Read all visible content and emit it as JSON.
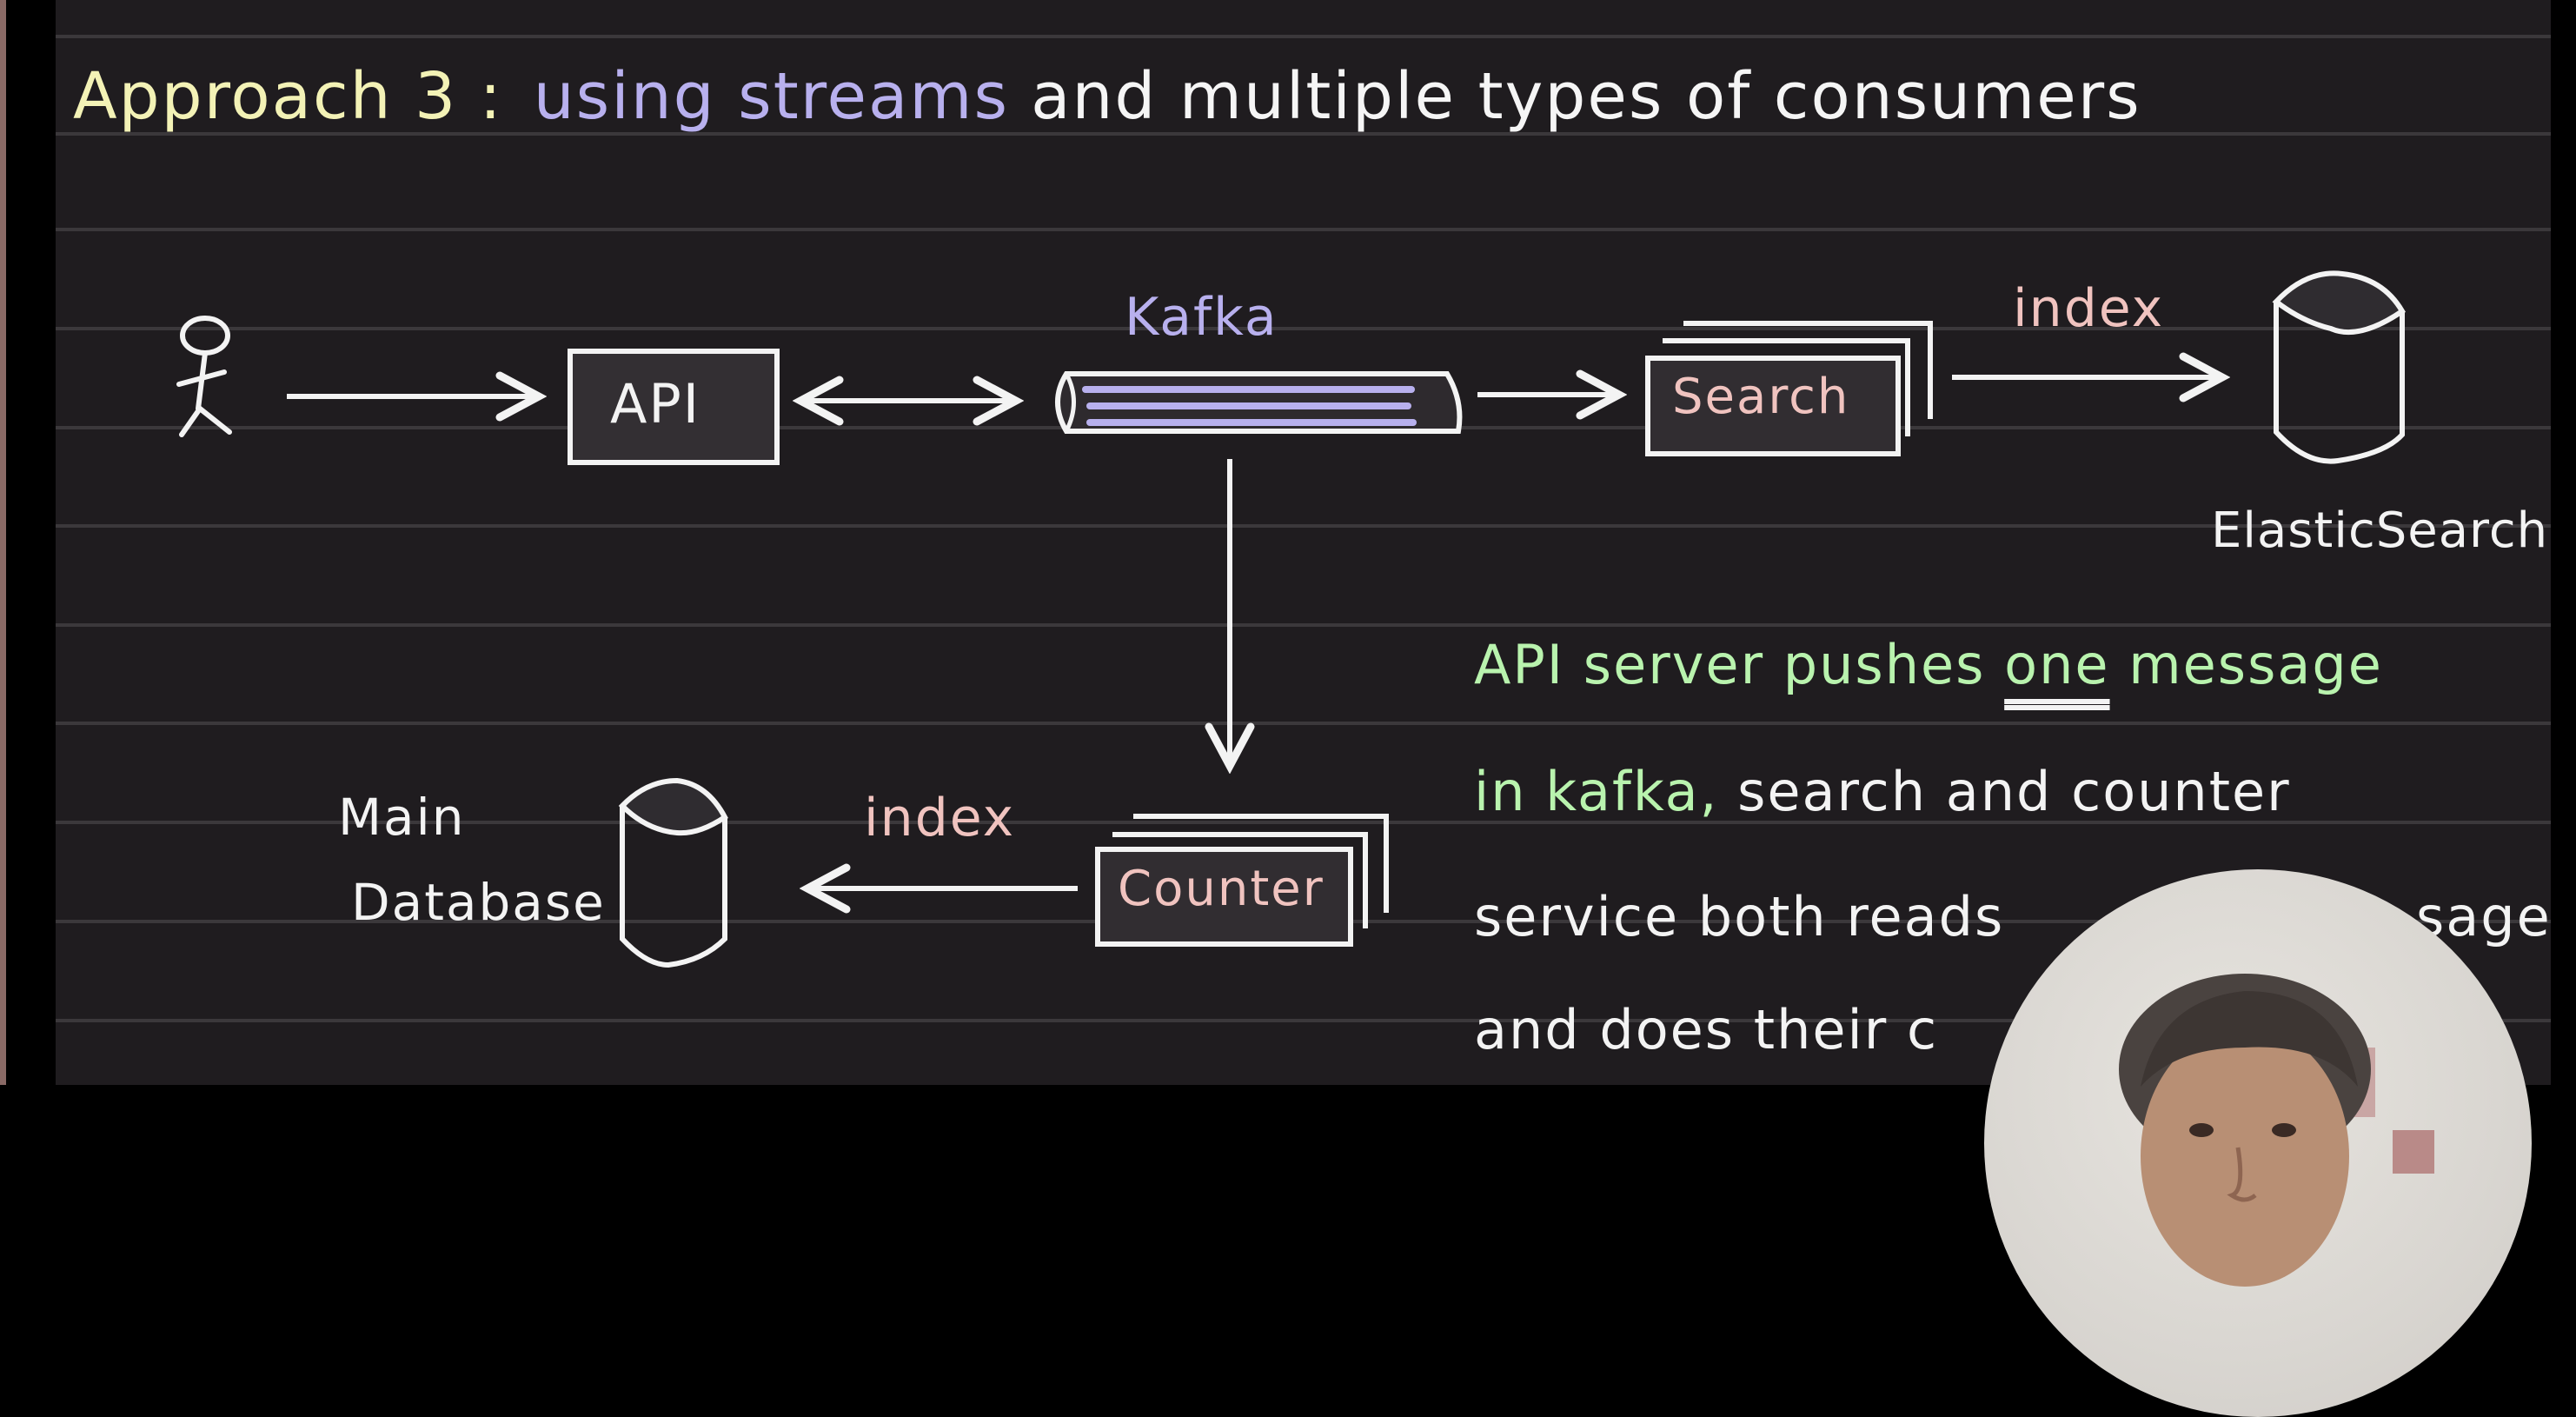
{
  "title": {
    "prefix": "Approach 3 :",
    "highlight": "using streams",
    "rest": "and multiple types of consumers"
  },
  "diagram": {
    "user": {
      "icon": "stick-figure-user-icon"
    },
    "api_box": {
      "label": "API"
    },
    "kafka": {
      "label": "Kafka",
      "icon": "kafka-queue-icon"
    },
    "search_service": {
      "label": "Search",
      "icon": "stacked-service-boxes-icon"
    },
    "search_edge": {
      "label": "index"
    },
    "elasticsearch": {
      "label": "ElasticSearch",
      "icon": "database-cylinder-icon"
    },
    "counter_service": {
      "label": "Counter",
      "icon": "stacked-service-boxes-icon"
    },
    "counter_edge": {
      "label": "index"
    },
    "main_db": {
      "label_line1": "Main",
      "label_line2": "Database",
      "icon": "database-cylinder-icon"
    },
    "edges": [
      {
        "from": "user",
        "to": "API",
        "direction": "one-way"
      },
      {
        "from": "API",
        "to": "Kafka",
        "direction": "two-way"
      },
      {
        "from": "Kafka",
        "to": "Search",
        "direction": "one-way"
      },
      {
        "from": "Search",
        "to": "ElasticSearch",
        "direction": "one-way",
        "label": "index"
      },
      {
        "from": "Kafka",
        "to": "Counter",
        "direction": "one-way"
      },
      {
        "from": "Counter",
        "to": "Main Database",
        "direction": "one-way",
        "label": "index"
      }
    ]
  },
  "note": {
    "line1": {
      "green_a": "API server pushes ",
      "green_underlined": "one",
      "green_b": " message"
    },
    "line2": {
      "green": "in kafka,",
      "white": " search and counter"
    },
    "line3": {
      "visible_left": "service both reads",
      "visible_right": "sage"
    },
    "line4": {
      "visible_left": "and does their c"
    }
  },
  "colors": {
    "board_background": "#1f1c1f",
    "rule_line": "#3b383b",
    "title_prefix": "#f3f2b6",
    "accent_lavender": "#b8b0ee",
    "accent_pink": "#f0c3bf",
    "note_green": "#b9f3ae",
    "ink_white": "#f3f3f3"
  },
  "webcam_overlay": {
    "icon": "presenter-webcam"
  }
}
